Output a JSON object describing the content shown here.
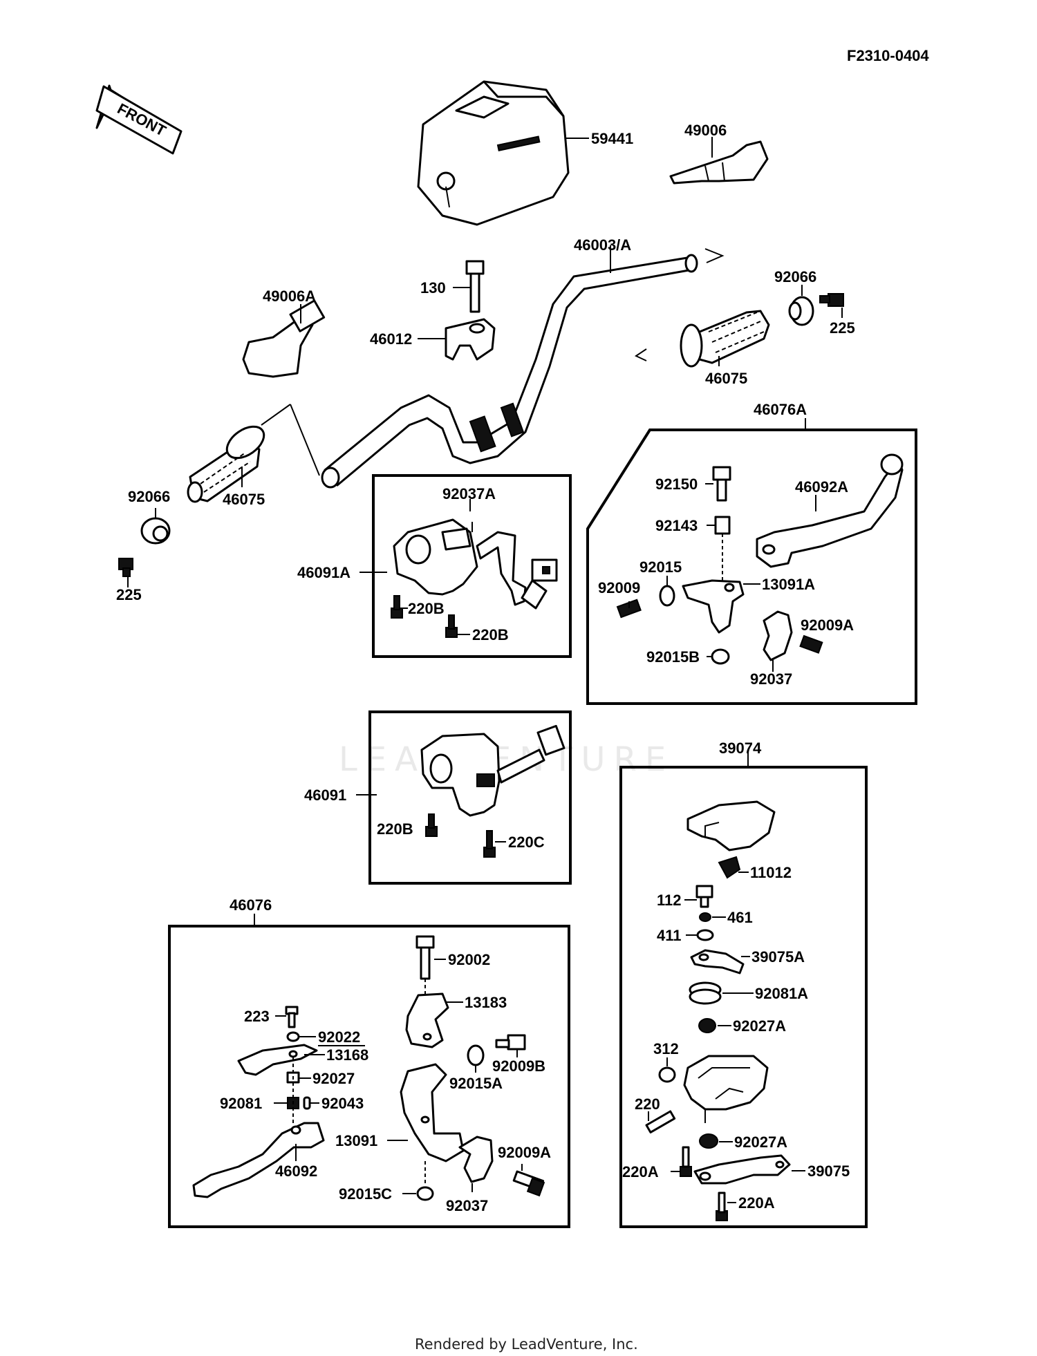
{
  "diagram_code": "F2310-0404",
  "front_label": "FRONT",
  "watermark": "LEADVENTURE",
  "footer": "Rendered by LeadVenture, Inc.",
  "groups": {
    "g46076A": "46076A",
    "g46076": "46076",
    "g39074": "39074"
  },
  "parts": {
    "p59441": "59441",
    "p49006": "49006",
    "p46003A": "46003/A",
    "p130": "130",
    "p49006A": "49006A",
    "p46012": "46012",
    "p92066_r": "92066",
    "p225_r": "225",
    "p46075_r": "46075",
    "p92066_l": "92066",
    "p46075_l": "46075",
    "p225_l": "225",
    "p92037A": "92037A",
    "p46091A": "46091A",
    "p220B_a": "220B",
    "p220B_b": "220B",
    "p92150": "92150",
    "p46092A": "46092A",
    "p92143": "92143",
    "p92015": "92015",
    "p92009": "92009",
    "p13091A": "13091A",
    "p92009A_r": "92009A",
    "p92015B": "92015B",
    "p92037_r": "92037",
    "p46091": "46091",
    "p220B_c": "220B",
    "p220C": "220C",
    "p92002": "92002",
    "p13183": "13183",
    "p223": "223",
    "p92022": "92022",
    "p13168": "13168",
    "p92027": "92027",
    "p92081": "92081",
    "p92043": "92043",
    "p92009B": "92009B",
    "p92015A": "92015A",
    "p13091": "13091",
    "p46092": "46092",
    "p92009A_b": "92009A",
    "p92015C": "92015C",
    "p92037_b": "92037",
    "p11012": "11012",
    "p112": "112",
    "p461": "461",
    "p411": "411",
    "p39075A": "39075A",
    "p92081A": "92081A",
    "p92027A_a": "92027A",
    "p312": "312",
    "p220": "220",
    "p92027A_b": "92027A",
    "p220A_a": "220A",
    "p39075": "39075",
    "p220A_b": "220A"
  }
}
